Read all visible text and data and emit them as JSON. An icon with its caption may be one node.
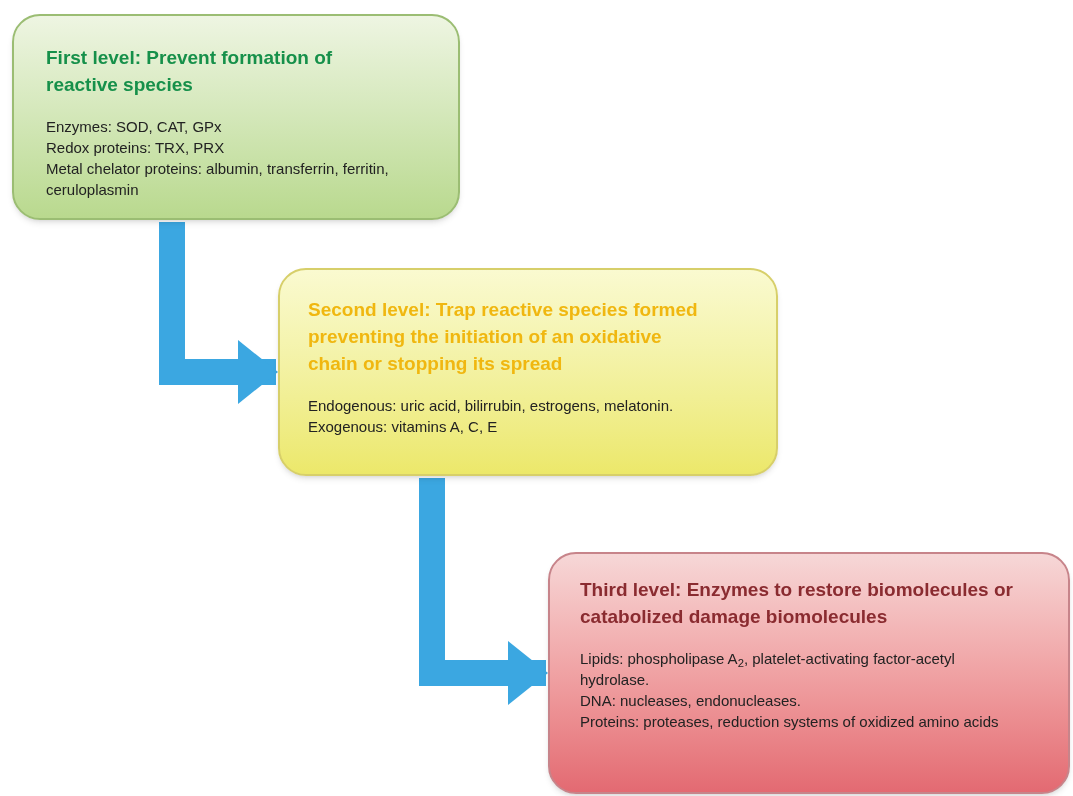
{
  "diagram": {
    "nodes": [
      {
        "text": [
          "First level: Prevent formation of reactive species",
          "Enzymes:  SOD, CAT, GPx",
          "Redox proteins:  TRX,  PRX",
          "Metal chelator proteins: albumin, transferrin, ferritin, ceruloplasmin"
        ]
      },
      {
        "text": [
          "Second level: Trap reactive species formed preventing the initiation of an oxidative chain or stopping its spread",
          "Endogenous: uric acid, bilirrubin, estrogens, melatonin.",
          "Exogenous:  vitamins A, C, E"
        ]
      },
      {
        "text": [
          "Third level: Enzymes to restore biomolecules or catabolized damage biomolecules",
          "Lipids: phospholipase A$_{2}$,  platelet-activating factor-acetyl hydrolase.",
          "DNA: nucleases, endonucleases.",
          "Proteins: proteases, reduction systems of oxidized amino acids"
        ]
      }
    ],
    "edges": [
      {
        "from": 0,
        "to": 1,
        "arrow": "to"
      },
      {
        "from": 1,
        "to": 2,
        "arrow": "to"
      }
    ]
  }
}
